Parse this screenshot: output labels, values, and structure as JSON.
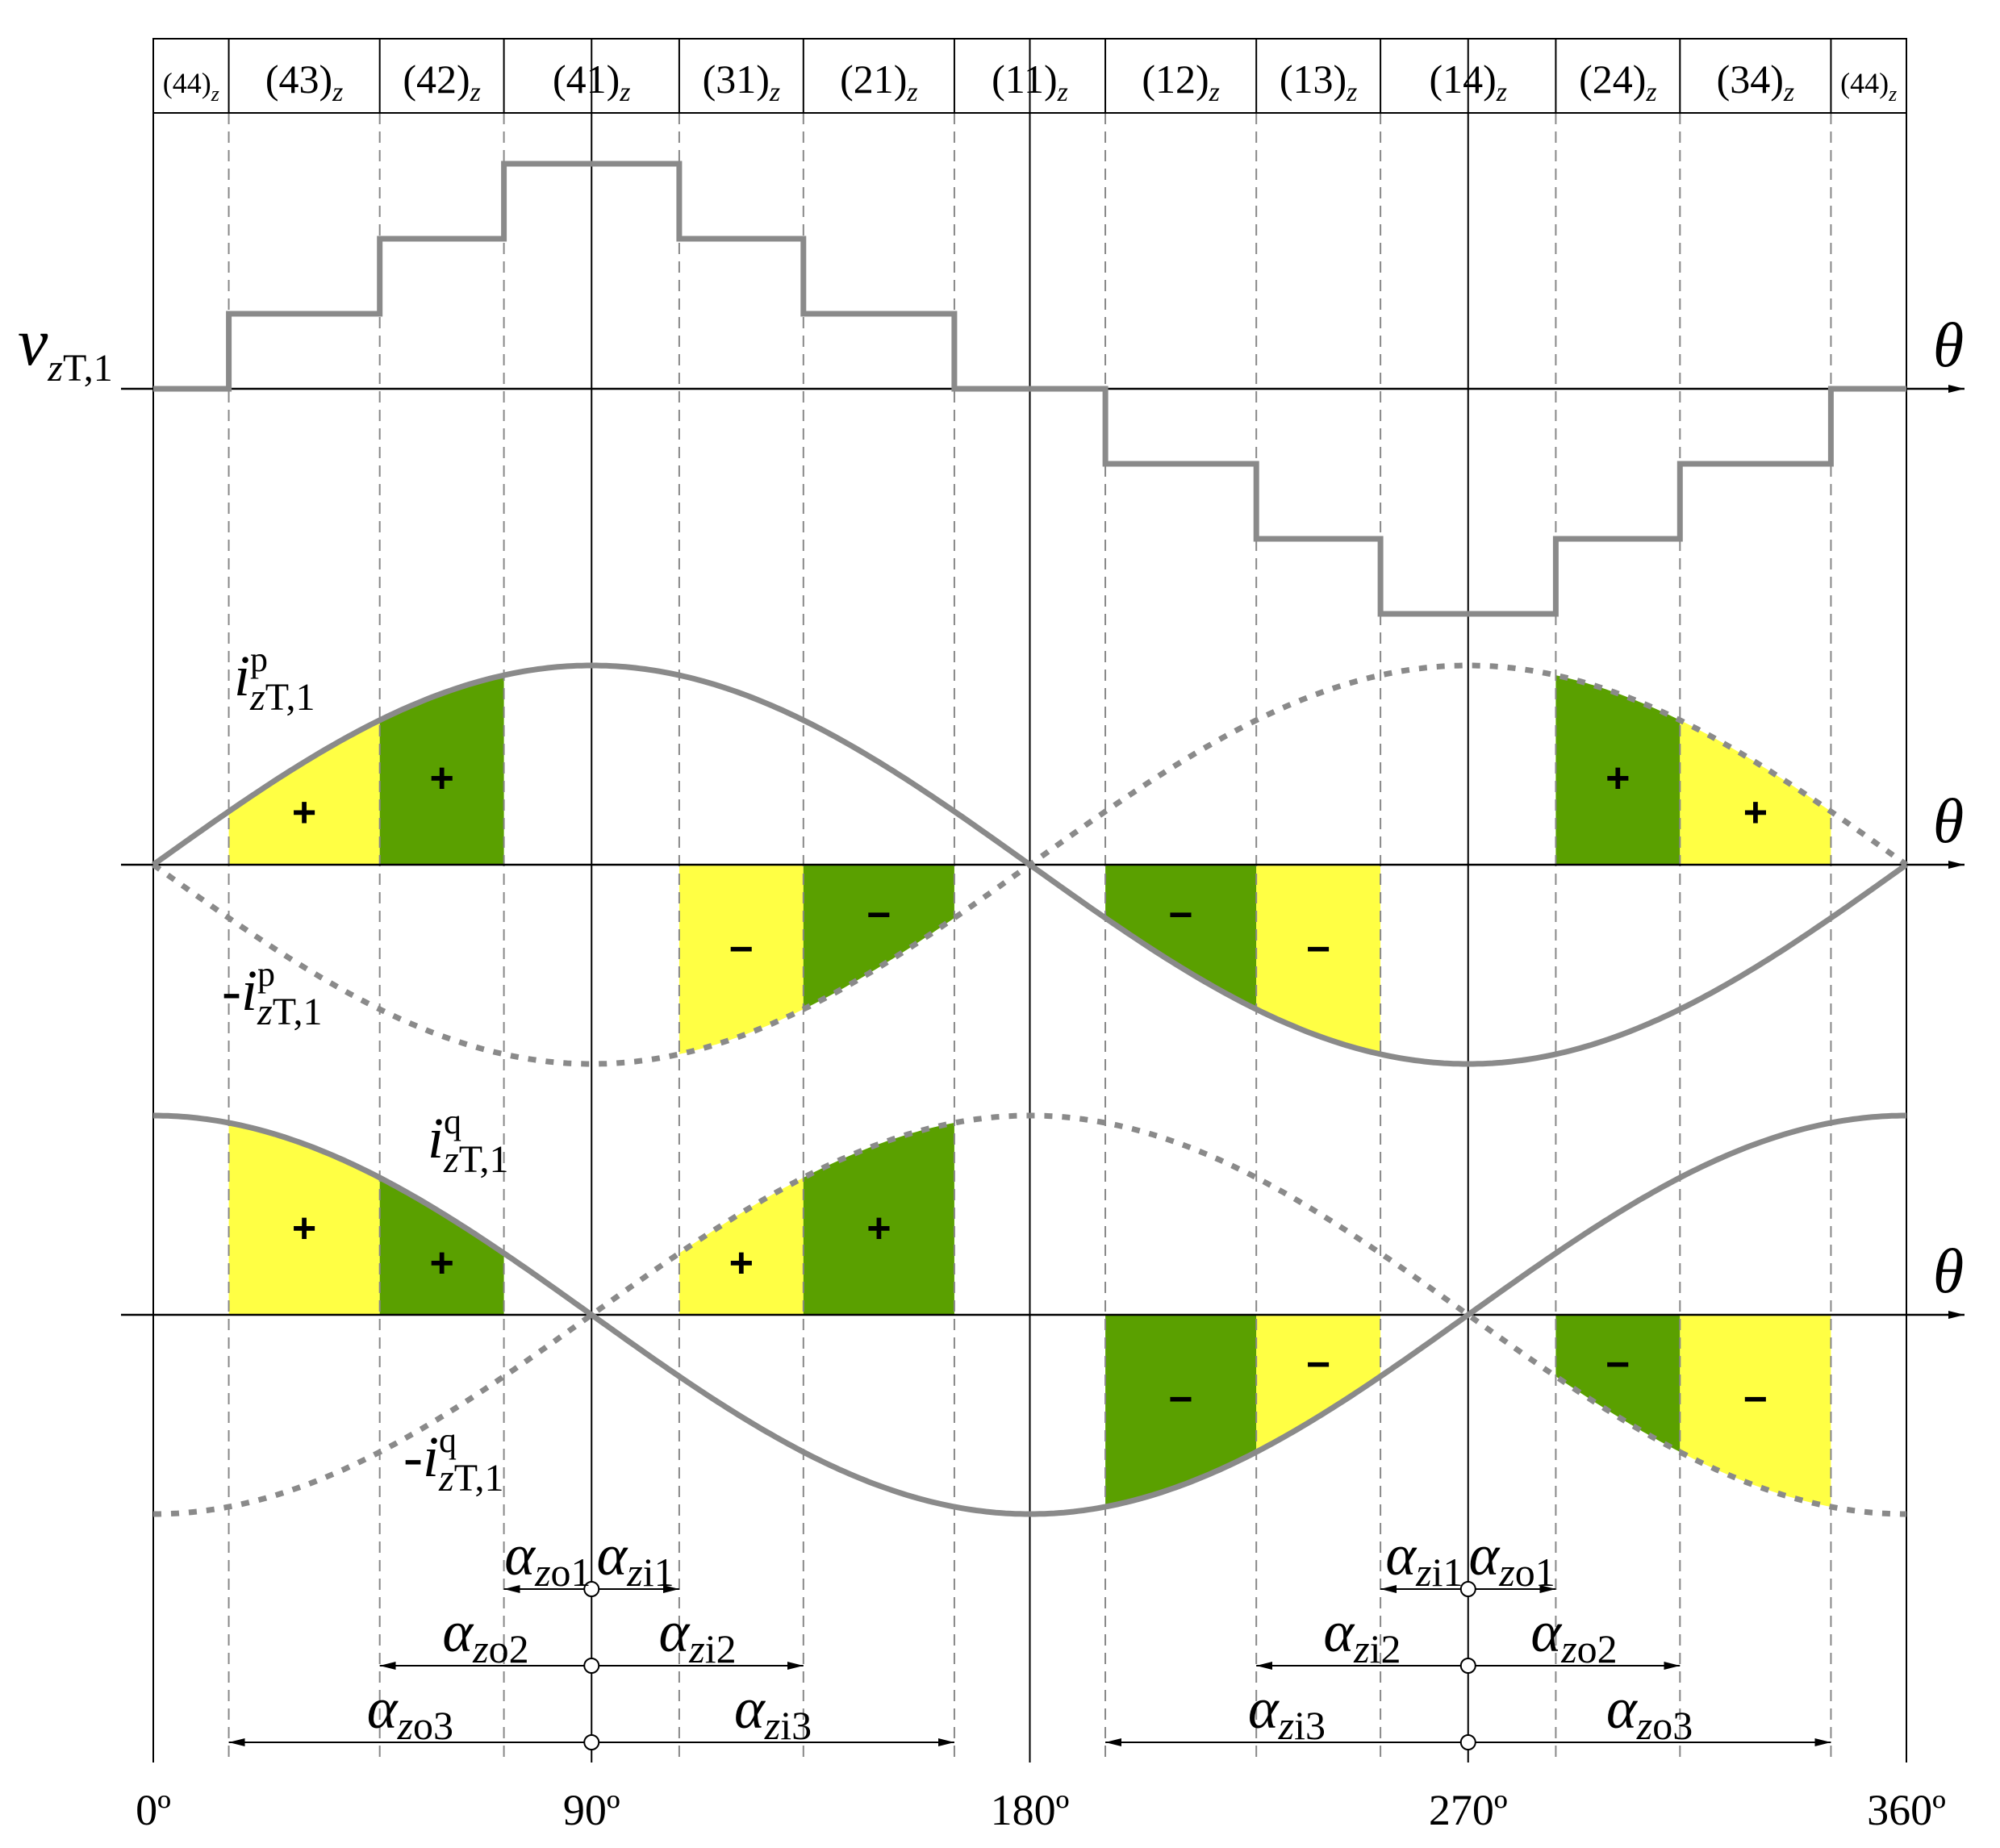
{
  "states": [
    {
      "label": "(44)",
      "sub": "z",
      "small": true
    },
    {
      "label": "(43)",
      "sub": "z"
    },
    {
      "label": "(42)",
      "sub": "z"
    },
    {
      "label": "(41)",
      "sub": "z"
    },
    {
      "label": "(31)",
      "sub": "z"
    },
    {
      "label": "(21)",
      "sub": "z"
    },
    {
      "label": "(11)",
      "sub": "z"
    },
    {
      "label": "(12)",
      "sub": "z"
    },
    {
      "label": "(13)",
      "sub": "z"
    },
    {
      "label": "(14)",
      "sub": "z"
    },
    {
      "label": "(24)",
      "sub": "z"
    },
    {
      "label": "(34)",
      "sub": "z"
    },
    {
      "label": "(44)",
      "sub": "z",
      "small": true
    }
  ],
  "state_boundaries_deg": [
    15.5,
    46.5,
    72,
    108,
    133.5,
    164.5,
    195.5,
    226.5,
    252,
    288,
    313.5,
    344.5
  ],
  "theta_label": "θ",
  "x_ticks": [
    "0º",
    "90º",
    "180º",
    "270º",
    "360º"
  ],
  "x_tick_values_deg": [
    0,
    90,
    180,
    270,
    360
  ],
  "voltage": {
    "label_main": "v",
    "label_sub": "zT,1",
    "levels_by_state": [
      0,
      1,
      2,
      3,
      2,
      1,
      0,
      -1,
      -2,
      -3,
      -2,
      -1,
      0
    ]
  },
  "ip_panel": {
    "solid_label": {
      "prefix": "i",
      "sup": "p",
      "sub": "zT,1"
    },
    "dashed_label": {
      "prefix": "-i",
      "sup": "p",
      "sub": "zT,1"
    },
    "regions": [
      {
        "from": 15.5,
        "to": 46.5,
        "color": "yellow",
        "sign": "+",
        "curve": "solid"
      },
      {
        "from": 46.5,
        "to": 72,
        "color": "green",
        "sign": "+",
        "curve": "solid"
      },
      {
        "from": 108,
        "to": 133.5,
        "color": "yellow",
        "sign": "−",
        "curve": "dashed"
      },
      {
        "from": 133.5,
        "to": 164.5,
        "color": "green",
        "sign": "−",
        "curve": "dashed"
      },
      {
        "from": 195.5,
        "to": 226.5,
        "color": "green",
        "sign": "−",
        "curve": "solid"
      },
      {
        "from": 226.5,
        "to": 252,
        "color": "yellow",
        "sign": "−",
        "curve": "solid"
      },
      {
        "from": 288,
        "to": 313.5,
        "color": "green",
        "sign": "+",
        "curve": "dashed"
      },
      {
        "from": 313.5,
        "to": 344.5,
        "color": "yellow",
        "sign": "+",
        "curve": "dashed"
      }
    ]
  },
  "iq_panel": {
    "solid_label": {
      "prefix": "i",
      "sup": "q",
      "sub": "zT,1"
    },
    "dashed_label": {
      "prefix": "-i",
      "sup": "q",
      "sub": "zT,1"
    },
    "regions": [
      {
        "from": 15.5,
        "to": 46.5,
        "color": "yellow",
        "sign": "+",
        "curve": "solid"
      },
      {
        "from": 46.5,
        "to": 72,
        "color": "green",
        "sign": "+",
        "curve": "solid"
      },
      {
        "from": 108,
        "to": 133.5,
        "color": "yellow",
        "sign": "+",
        "curve": "dashed"
      },
      {
        "from": 133.5,
        "to": 164.5,
        "color": "green",
        "sign": "+",
        "curve": "dashed"
      },
      {
        "from": 195.5,
        "to": 226.5,
        "color": "green",
        "sign": "−",
        "curve": "solid"
      },
      {
        "from": 226.5,
        "to": 252,
        "color": "yellow",
        "sign": "−",
        "curve": "solid"
      },
      {
        "from": 288,
        "to": 313.5,
        "color": "green",
        "sign": "−",
        "curve": "dashed"
      },
      {
        "from": 313.5,
        "to": 344.5,
        "color": "yellow",
        "sign": "−",
        "curve": "dashed"
      }
    ]
  },
  "angles": [
    {
      "center": 90,
      "left": {
        "sym": "α",
        "sub": "zo1",
        "to": 72
      },
      "right": {
        "sym": "α",
        "sub": "zi1",
        "to": 108
      }
    },
    {
      "center": 90,
      "left": {
        "sym": "α",
        "sub": "zo2",
        "to": 46.5
      },
      "right": {
        "sym": "α",
        "sub": "zi2",
        "to": 133.5
      }
    },
    {
      "center": 90,
      "left": {
        "sym": "α",
        "sub": "zo3",
        "to": 15.5
      },
      "right": {
        "sym": "α",
        "sub": "zi3",
        "to": 164.5
      }
    },
    {
      "center": 270,
      "left": {
        "sym": "α",
        "sub": "zi1",
        "to": 252
      },
      "right": {
        "sym": "α",
        "sub": "zo1",
        "to": 288
      }
    },
    {
      "center": 270,
      "left": {
        "sym": "α",
        "sub": "zi2",
        "to": 226.5
      },
      "right": {
        "sym": "α",
        "sub": "zo2",
        "to": 313.5
      }
    },
    {
      "center": 270,
      "left": {
        "sym": "α",
        "sub": "zi3",
        "to": 195.5
      },
      "right": {
        "sym": "α",
        "sub": "zo3",
        "to": 344.5
      }
    }
  ],
  "colors": {
    "yellow": "#ffff44",
    "green": "#5aa000",
    "curve": "#8a8a8a",
    "line": "#000000",
    "dash": "#888888"
  }
}
